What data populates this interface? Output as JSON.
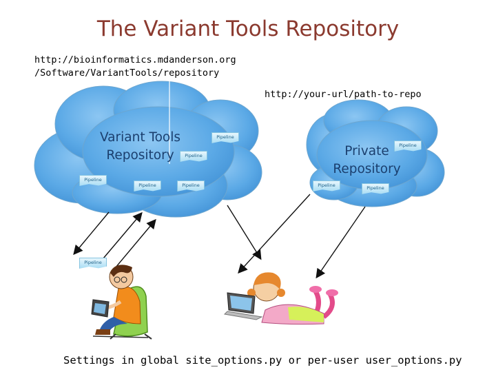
{
  "title": "The Variant Tools Repository",
  "repo_url_line1": "http://bioinformatics.mdanderson.org",
  "repo_url_line2": "/Software/VariantTools/repository",
  "private_url": "http://your-url/path-to-repo",
  "public_cloud": {
    "label_line1": "Variant Tools",
    "label_line2": "Repository",
    "fill": "#5ba9e6"
  },
  "private_cloud": {
    "label_line1": "Private",
    "label_line2": "Repository"
  },
  "pipeline_tag": "Pipeline",
  "footer": "Settings in global site_options.py or per-user user_options.py",
  "people": {
    "user_left": "person-on-chair-with-laptop",
    "user_right": "girl-lying-with-laptop"
  }
}
